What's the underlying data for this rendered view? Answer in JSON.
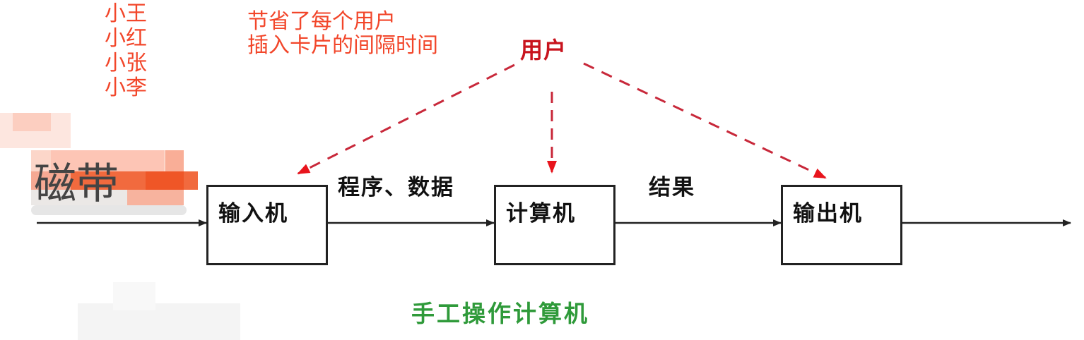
{
  "annotations": {
    "users": [
      "小王",
      "小红",
      "小张",
      "小李"
    ],
    "note_lines": [
      "节省了每个用户",
      "插入卡片的间隔时间"
    ],
    "tape_label": "磁带"
  },
  "diagram": {
    "user_label": "用户",
    "nodes": [
      {
        "id": "input",
        "label": "输入机"
      },
      {
        "id": "computer",
        "label": "计算机"
      },
      {
        "id": "output",
        "label": "输出机"
      }
    ],
    "edges": [
      {
        "from": "tape",
        "to": "input",
        "label": ""
      },
      {
        "from": "input",
        "to": "computer",
        "label": "程序、数据"
      },
      {
        "from": "computer",
        "to": "output",
        "label": "结果"
      },
      {
        "from": "output",
        "to": "end",
        "label": ""
      }
    ],
    "dashed_edges": [
      {
        "from": "user",
        "to": "input"
      },
      {
        "from": "user",
        "to": "computer"
      },
      {
        "from": "user",
        "to": "output"
      }
    ],
    "caption": "手工操作计算机"
  },
  "colors": {
    "annotation_red": "#f2462a",
    "user_red": "#c8141e",
    "caption_green": "#2f9a3a",
    "line_black": "#222222"
  }
}
